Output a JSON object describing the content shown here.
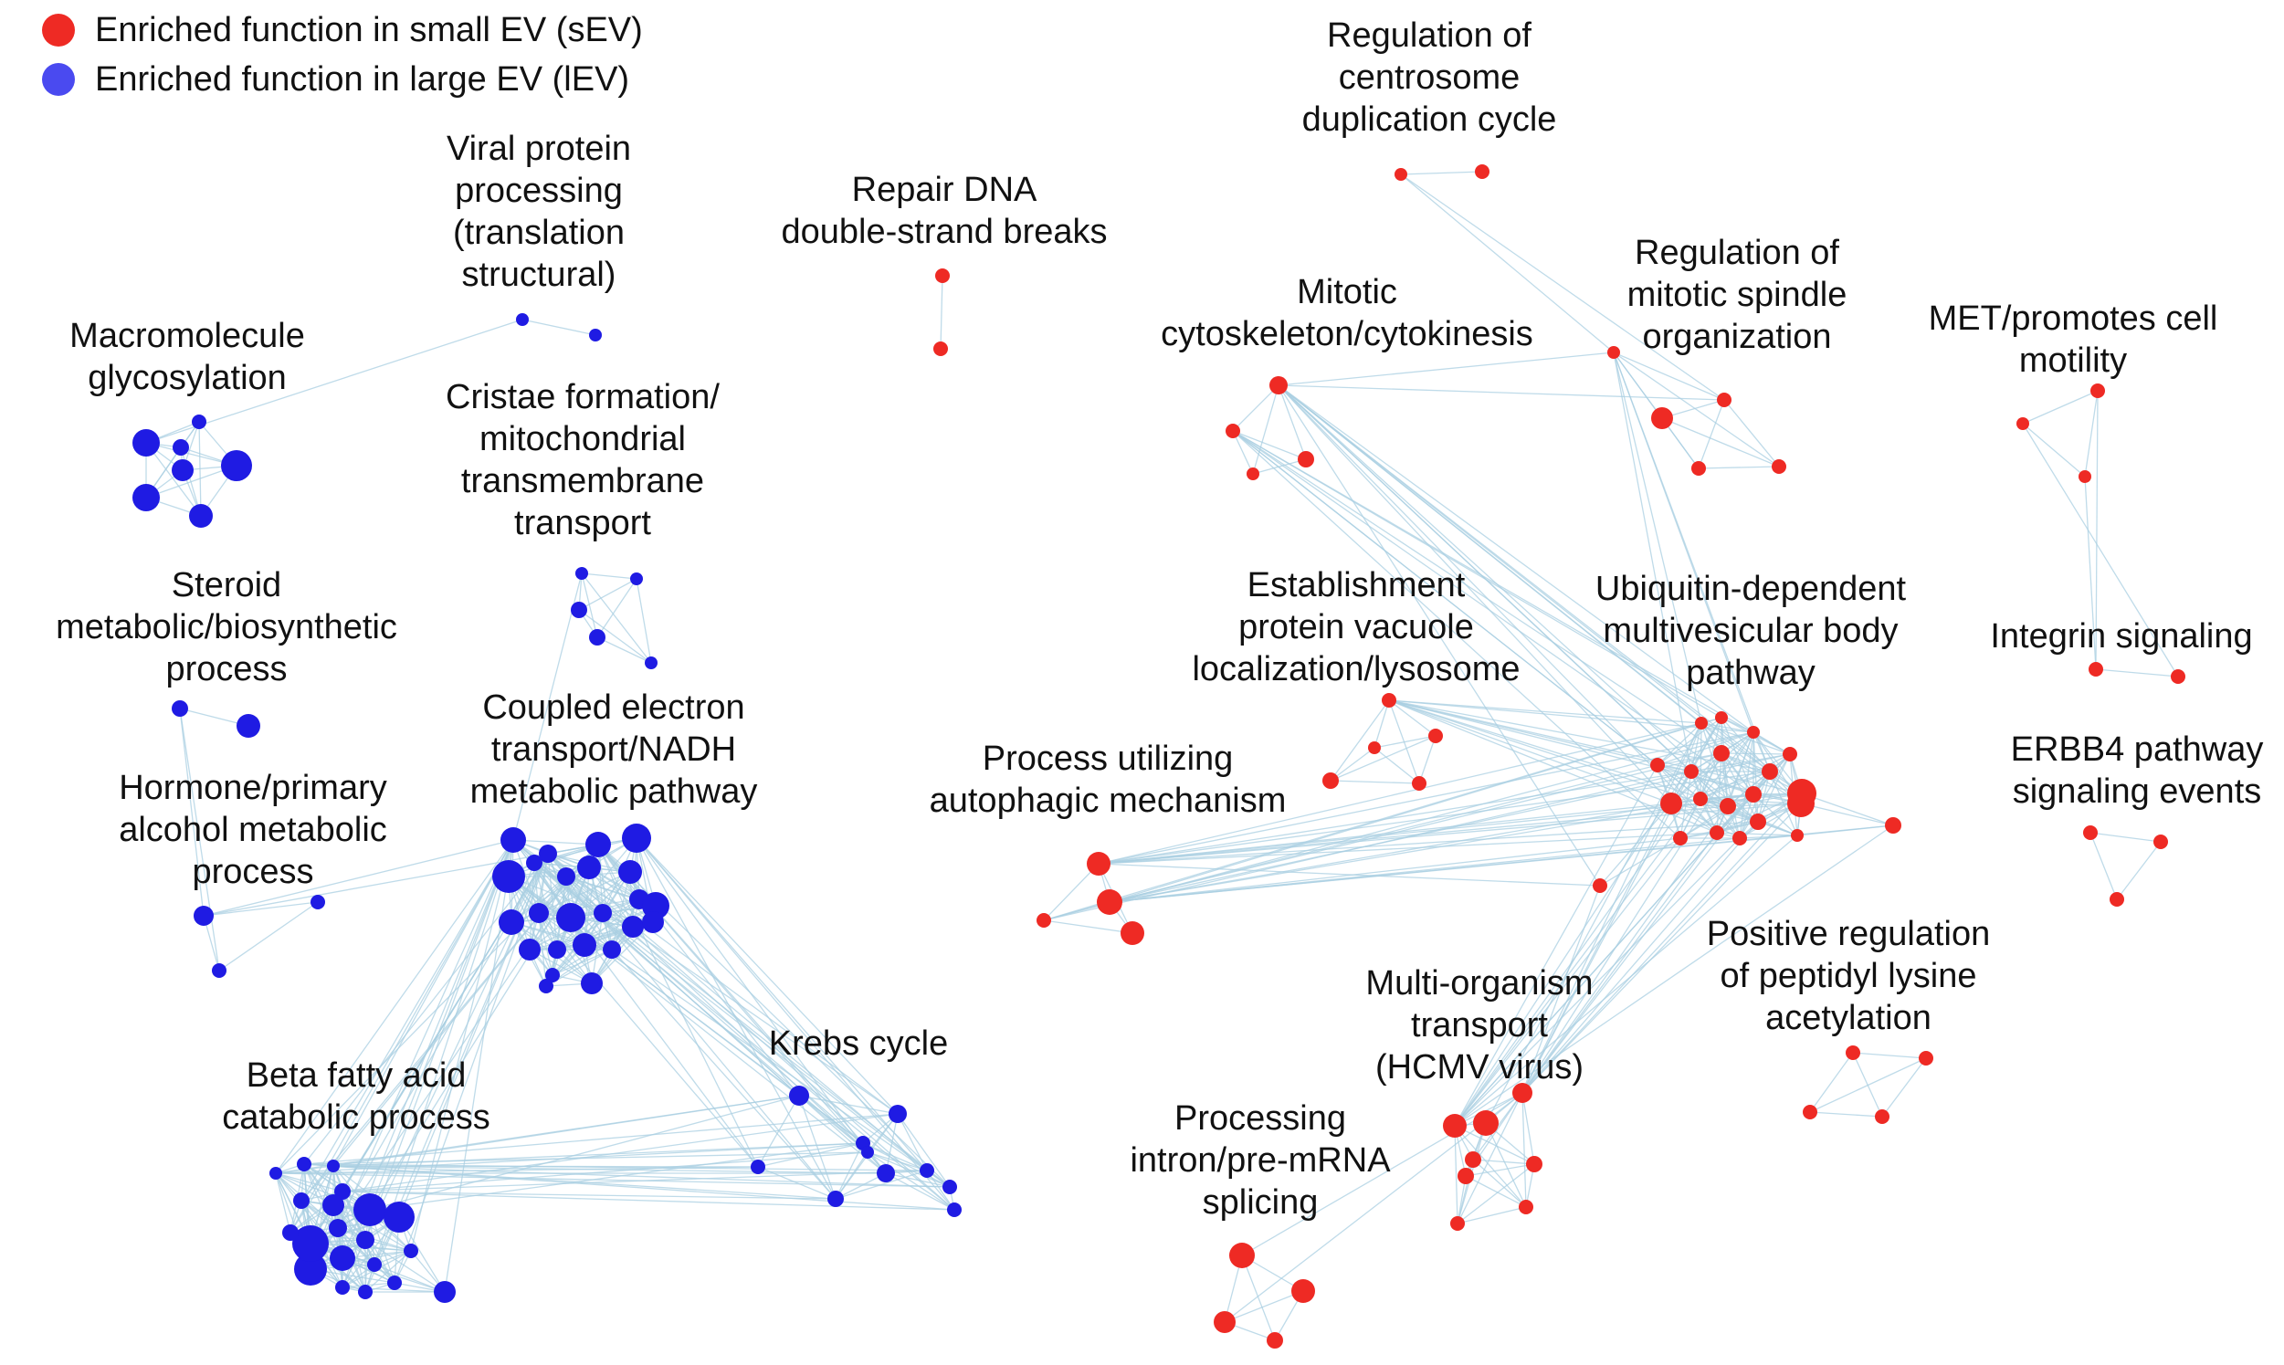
{
  "colors": {
    "sEV": "#ee2a24",
    "lEV": "#1f1be3",
    "edge": "#a9cfe2"
  },
  "legend": [
    {
      "label": "Enriched function in small EV (sEV)",
      "color": "#ee2a24"
    },
    {
      "label": "Enriched function in large EV (lEV)",
      "color": "#4a4af0"
    }
  ],
  "clusters": [
    {
      "label": "Macromolecule\nglycosylation",
      "group": "lEV"
    },
    {
      "label": "Viral protein\nprocessing\n(translation\nstructural)",
      "group": "lEV"
    },
    {
      "label": "Cristae formation/\nmitochondrial\ntransmembrane\ntransport",
      "group": "lEV"
    },
    {
      "label": "Steroid\nmetabolic/biosynthetic\nprocess",
      "group": "lEV"
    },
    {
      "label": "Hormone/primary\nalcohol metabolic\nprocess",
      "group": "lEV"
    },
    {
      "label": "Coupled electron\ntransport/NADH\nmetabolic pathway",
      "group": "lEV"
    },
    {
      "label": "Krebs cycle",
      "group": "lEV"
    },
    {
      "label": "Beta fatty acid\ncatabolic process",
      "group": "lEV"
    },
    {
      "label": "Repair DNA\ndouble-strand breaks",
      "group": "sEV"
    },
    {
      "label": "Regulation of\ncentrosome\nduplication cycle",
      "group": "sEV"
    },
    {
      "label": "Mitotic\ncytoskeleton/cytokinesis",
      "group": "sEV"
    },
    {
      "label": "Regulation of\nmitotic spindle\norganization",
      "group": "sEV"
    },
    {
      "label": "MET/promotes cell\nmotility",
      "group": "sEV"
    },
    {
      "label": "Integrin signaling",
      "group": "sEV"
    },
    {
      "label": "Establishment\nprotein vacuole\nlocalization/lysosome",
      "group": "sEV"
    },
    {
      "label": "Ubiquitin-dependent\nmultivesicular body\npathway",
      "group": "sEV"
    },
    {
      "label": "ERBB4 pathway\nsignaling events",
      "group": "sEV"
    },
    {
      "label": "Process utilizing\nautophagic mechanism",
      "group": "sEV"
    },
    {
      "label": "Positive regulation\nof peptidyl lysine\nacetylation",
      "group": "sEV"
    },
    {
      "label": "Multi-organism\ntransport\n(HCMV virus)",
      "group": "sEV"
    },
    {
      "label": "Processing\nintron/pre-mRNA\nsplicing",
      "group": "sEV"
    }
  ]
}
